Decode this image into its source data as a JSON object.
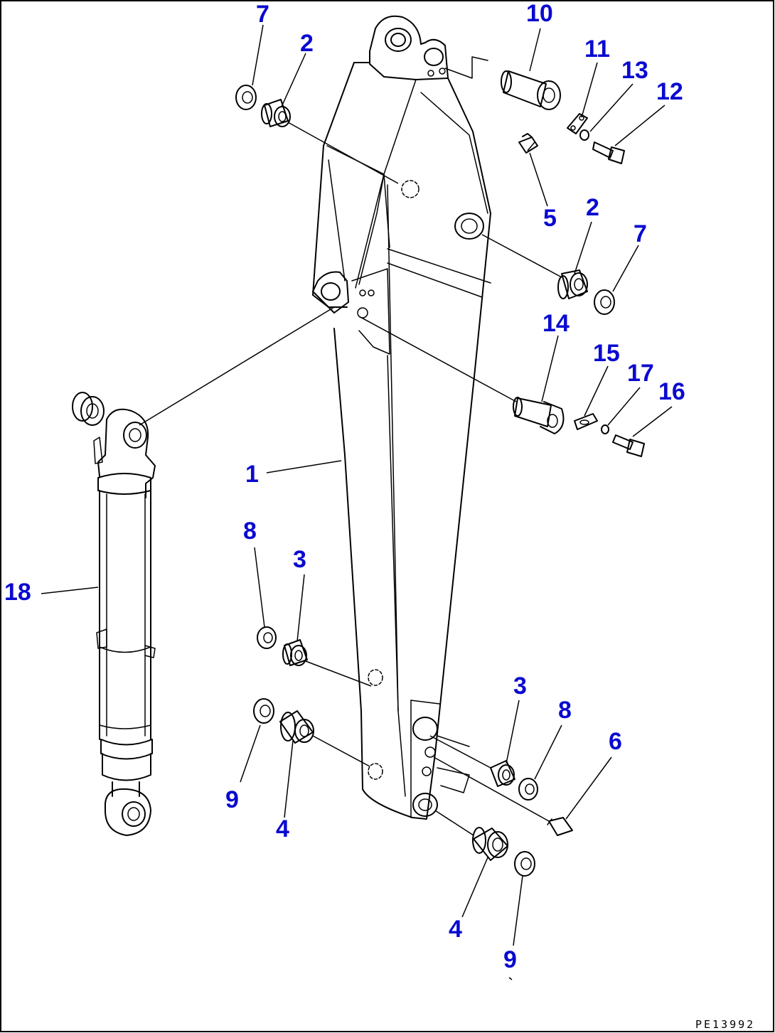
{
  "callout_color": "#0a0ad0",
  "callouts": [
    {
      "id": "c1",
      "label": "1"
    },
    {
      "id": "c2a",
      "label": "2"
    },
    {
      "id": "c2b",
      "label": "2"
    },
    {
      "id": "c3a",
      "label": "3"
    },
    {
      "id": "c3b",
      "label": "3"
    },
    {
      "id": "c4a",
      "label": "4"
    },
    {
      "id": "c4b",
      "label": "4"
    },
    {
      "id": "c5",
      "label": "5"
    },
    {
      "id": "c6",
      "label": "6"
    },
    {
      "id": "c7a",
      "label": "7"
    },
    {
      "id": "c7b",
      "label": "7"
    },
    {
      "id": "c8a",
      "label": "8"
    },
    {
      "id": "c8b",
      "label": "8"
    },
    {
      "id": "c9a",
      "label": "9"
    },
    {
      "id": "c9b",
      "label": "9"
    },
    {
      "id": "c10",
      "label": "10"
    },
    {
      "id": "c11",
      "label": "11"
    },
    {
      "id": "c12",
      "label": "12"
    },
    {
      "id": "c13",
      "label": "13"
    },
    {
      "id": "c14",
      "label": "14"
    },
    {
      "id": "c15",
      "label": "15"
    },
    {
      "id": "c16",
      "label": "16"
    },
    {
      "id": "c17",
      "label": "17"
    },
    {
      "id": "c18",
      "label": "18"
    }
  ],
  "drawing_code": "PE13992"
}
